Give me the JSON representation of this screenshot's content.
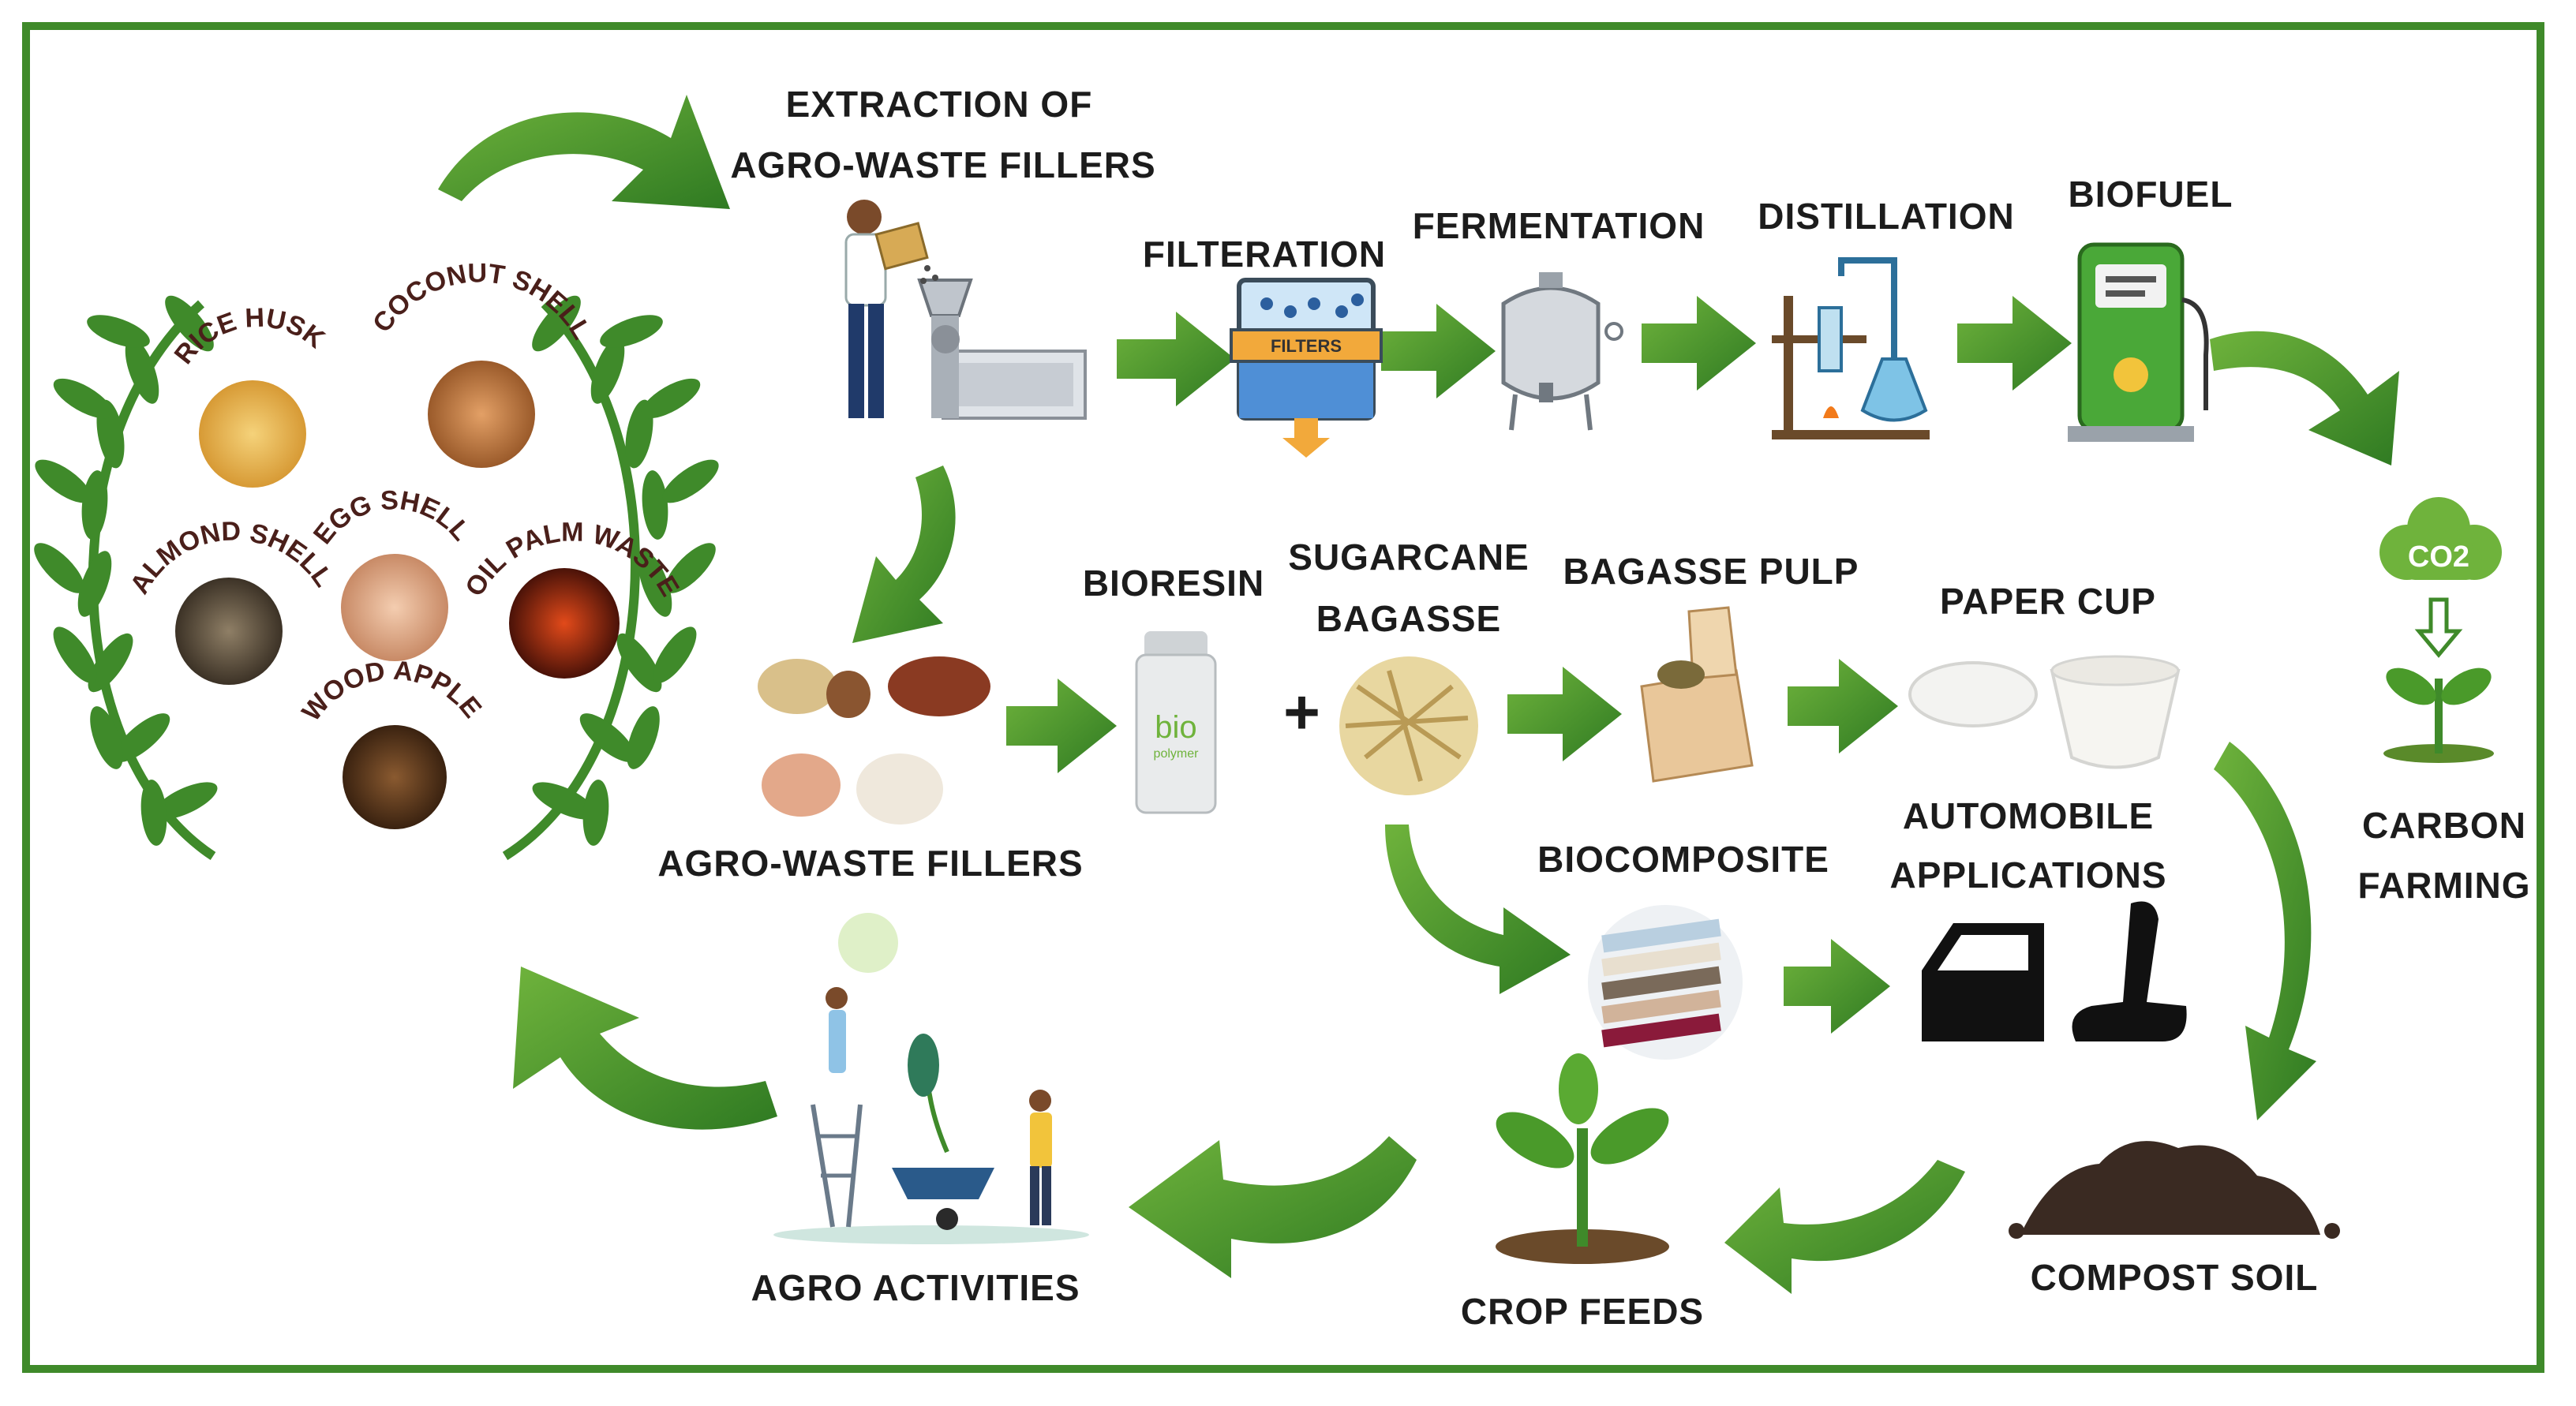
{
  "colors": {
    "border": "#3f8a2a",
    "arrow": "#3f8a2a",
    "text": "#1c1c1c",
    "curved_text": "#4a1f1a"
  },
  "sources": {
    "rice_husk": "RICE HUSK",
    "coconut_shell": "COCONUT SHELL",
    "almond_shell": "ALMOND SHELL",
    "egg_shell": "EGG SHELL",
    "oil_palm_waste": "OIL PALM WASTE",
    "wood_apple": "WOOD APPLE"
  },
  "steps": {
    "extraction_line1": "EXTRACTION OF",
    "extraction_line2": "AGRO-WASTE FILLERS",
    "filteration": "FILTERATION",
    "fermentation": "FERMENTATION",
    "distillation": "DISTILLATION",
    "biofuel": "BIOFUEL",
    "carbon_line1": "CARBON",
    "carbon_line2": "FARMING",
    "co2": "CO2",
    "agro_waste_fillers": "AGRO-WASTE FILLERS",
    "bioresin": "BIORESIN",
    "plus": "+",
    "sugarcane_line1": "SUGARCANE",
    "sugarcane_line2": "BAGASSE",
    "bagasse_pulp": "BAGASSE PULP",
    "paper_cup": "PAPER CUP",
    "biocomposite": "BIOCOMPOSITE",
    "automobile_line1": "AUTOMOBILE",
    "automobile_line2": "APPLICATIONS",
    "compost_soil": "COMPOST SOIL",
    "crop_feeds": "CROP FEEDS",
    "agro_activities": "AGRO ACTIVITIES"
  },
  "image_text": {
    "filters": "FILTERS",
    "bio": "bio",
    "polymer": "polymer"
  },
  "icons": [
    "laurel-wreath-icon",
    "worker-machine-icon",
    "filter-tank-icon",
    "fermenter-icon",
    "distillation-icon",
    "fuel-pump-icon",
    "co2-cloud-icon",
    "seedling-icon",
    "bottle-icon",
    "bagasse-icon",
    "pulp-box-icon",
    "paper-cup-icon",
    "panel-stack-icon",
    "car-door-icon",
    "car-seat-icon",
    "soil-pile-icon",
    "sprout-icon",
    "gardeners-icon"
  ]
}
